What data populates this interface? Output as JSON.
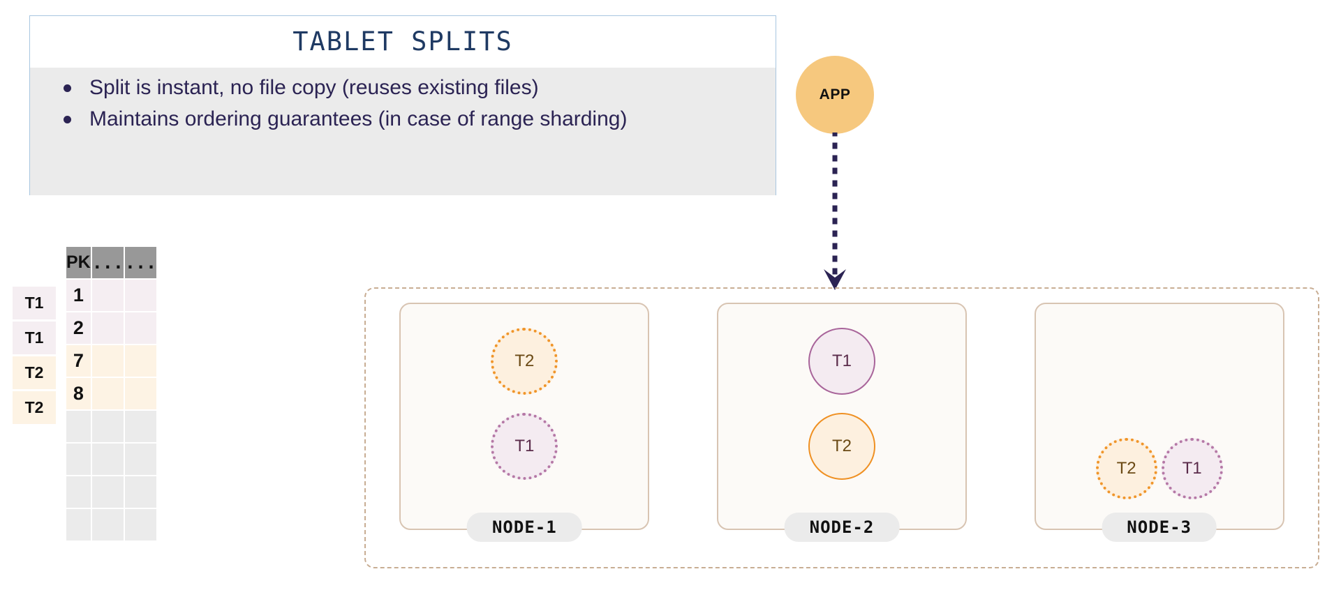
{
  "callout": {
    "title": "TABLET SPLITS",
    "bullets": [
      "Split is instant, no file copy (reuses existing files)",
      "Maintains ordering guarantees (in case of range sharding)"
    ],
    "border_color": "#a8c6e0",
    "body_bg": "#ebebeb",
    "title_color": "#1f3a63",
    "text_color": "#2b2353"
  },
  "table": {
    "headers": [
      "PK",
      "...",
      "..."
    ],
    "tablet_labels": [
      "T1",
      "T1",
      "T2",
      "T2"
    ],
    "rows": [
      {
        "tablet": "T1",
        "pk": "1",
        "c2": "",
        "c3": ""
      },
      {
        "tablet": "T1",
        "pk": "2",
        "c2": "",
        "c3": ""
      },
      {
        "tablet": "T2",
        "pk": "7",
        "c2": "",
        "c3": ""
      },
      {
        "tablet": "T2",
        "pk": "8",
        "c2": "",
        "c3": ""
      }
    ],
    "empty_row_count": 4,
    "header_bg": "#989898",
    "t1_row_bg": "#f5eef2",
    "t2_row_bg": "#fdf3e4",
    "empty_row_bg": "#ebebeb"
  },
  "app": {
    "label": "APP",
    "color": "#f6c87e",
    "arrow_color": "#2b2353",
    "arrow_style": "dotted"
  },
  "cluster": {
    "border_color": "#c8ad93",
    "nodes": [
      {
        "label": "NODE-1",
        "layout": "stack",
        "tablets": [
          {
            "label": "T2",
            "kind": "t2",
            "style": "dotted"
          },
          {
            "label": "T1",
            "kind": "t1",
            "style": "dotted"
          }
        ]
      },
      {
        "label": "NODE-2",
        "layout": "stack",
        "tablets": [
          {
            "label": "T1",
            "kind": "t1",
            "style": "solid"
          },
          {
            "label": "T2",
            "kind": "t2",
            "style": "solid"
          }
        ]
      },
      {
        "label": "NODE-3",
        "layout": "side",
        "tablets": [
          {
            "label": "T2",
            "kind": "t2",
            "style": "dotted"
          },
          {
            "label": "T1",
            "kind": "t1",
            "style": "dotted"
          }
        ]
      }
    ]
  }
}
